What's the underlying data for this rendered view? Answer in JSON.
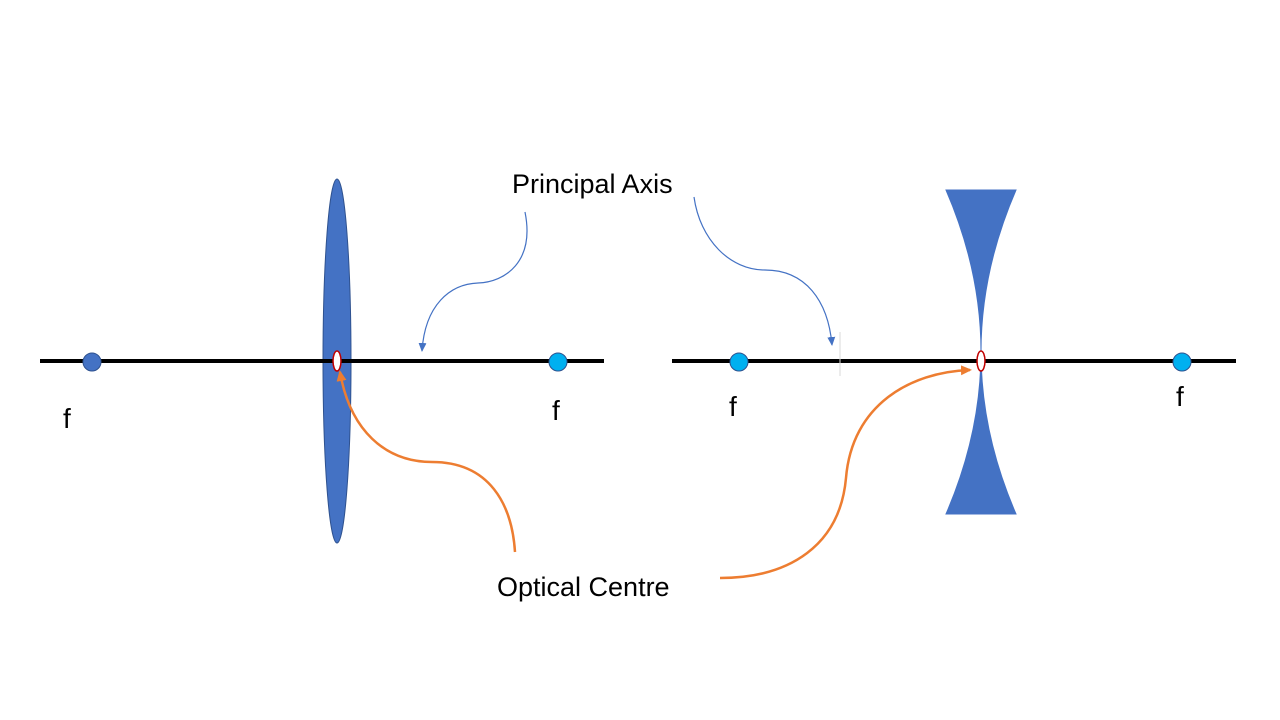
{
  "colors": {
    "background": "#ffffff",
    "axis": "#000000",
    "lens": "#4472c4",
    "focal_dot_left": "#4472c4",
    "focal_dot": "#00b0f0",
    "optical_centre_marker_fill": "#ffffff",
    "optical_centre_marker_stroke": "#c00000",
    "principal_axis_arrow": "#4472c4",
    "optical_centre_arrow": "#ed7d31"
  },
  "labels": {
    "principal_axis": "Principal Axis",
    "optical_centre": "Optical Centre",
    "focal_left_1": "f",
    "focal_right_1": "f",
    "focal_left_2": "f",
    "focal_right_2": "f"
  },
  "elements": {
    "convex_lens": "convex-lens",
    "concave_lens": "concave-lens"
  }
}
